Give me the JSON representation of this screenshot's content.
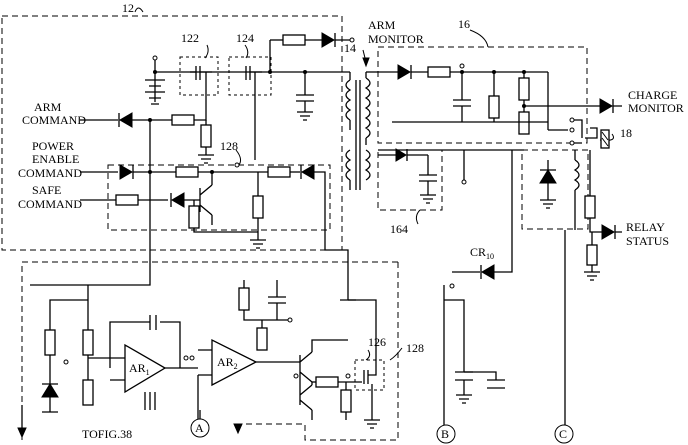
{
  "labels": {
    "arm_monitor_1": "ARM",
    "arm_monitor_2": "MONITOR",
    "charge_monitor_1": "CHARGE",
    "charge_monitor_2": "MONITOR",
    "relay_status_1": "RELAY",
    "relay_status_2": "STATUS",
    "arm_command_1": "ARM",
    "arm_command_2": "COMMAND",
    "power_enable_1": "POWER",
    "power_enable_2": "ENABLE",
    "power_enable_3": "COMMAND",
    "safe_command_1": "SAFE",
    "safe_command_2": "COMMAND",
    "to_fig": "TOFIG.38",
    "cr10_main": "CR",
    "cr10_sub": "10",
    "ar1_main": "AR",
    "ar1_sub": "1",
    "ar2_main": "AR",
    "ar2_sub": "2"
  },
  "refs": {
    "r12": "12",
    "r14": "14",
    "r16": "16",
    "r18": "18",
    "r122": "122",
    "r124": "124",
    "r126": "126",
    "r128a": "128",
    "r128b": "128",
    "r164": "164"
  },
  "nodes": {
    "a": "A",
    "b": "B",
    "c": "C"
  }
}
